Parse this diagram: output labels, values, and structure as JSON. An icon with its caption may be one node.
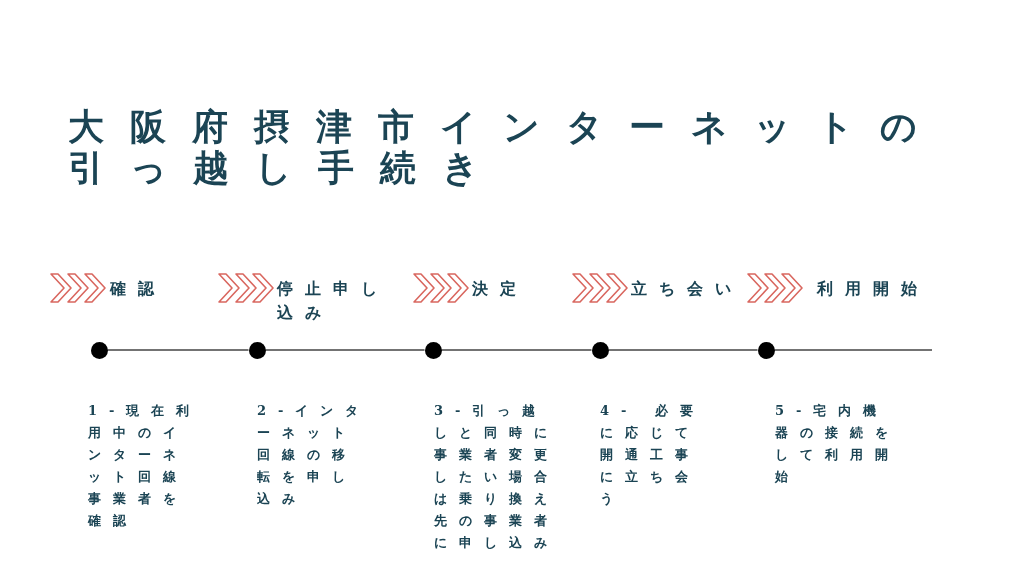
{
  "diagram": {
    "title": "大阪府摂津市インターネットの引っ越し手続き",
    "nodes": [
      {
        "text": [],
        "shape": "circle",
        "beside": [
          "確認",
          "1-現在利用中のインターネット回線事業者を確認"
        ]
      },
      {
        "text": [],
        "shape": "circle",
        "beside": [
          "停止申し込み",
          "2-インターネット回線の移転を申し込み"
        ]
      },
      {
        "text": [],
        "shape": "circle",
        "beside": [
          "決定",
          "3-引っ越しと同時に事業者変更したい場合は乗り換え先の事業者に申し込み"
        ]
      },
      {
        "text": [],
        "shape": "circle",
        "beside": [
          "立ち会い",
          "4- 必要に応じて開通工事に立ち会う"
        ]
      },
      {
        "text": [],
        "shape": "circle",
        "beside": [
          "利用開始",
          "5-宅内機器の接続をして利用開始"
        ]
      }
    ],
    "edges": [
      {
        "from": 0,
        "to": 1,
        "arrow": "none"
      },
      {
        "from": 1,
        "to": 2,
        "arrow": "none"
      },
      {
        "from": 2,
        "to": 3,
        "arrow": "none"
      },
      {
        "from": 3,
        "to": 4,
        "arrow": "none"
      },
      {
        "from": 4,
        "to": null,
        "arrow": "none"
      }
    ]
  }
}
